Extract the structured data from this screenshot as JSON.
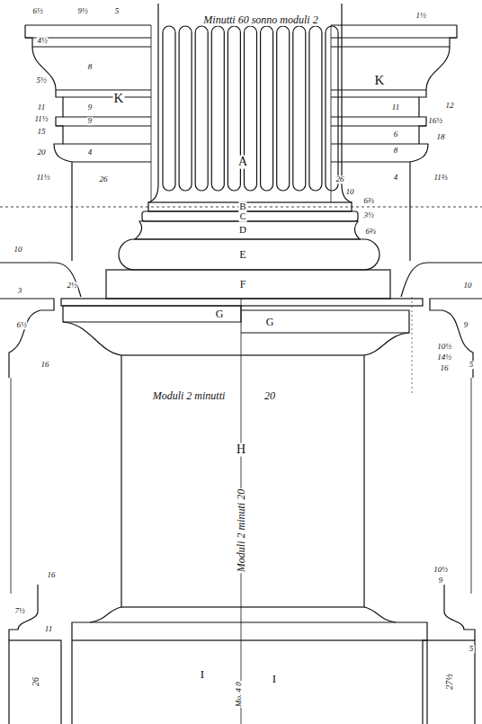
{
  "diagram": {
    "labels": [
      "Minutti 60 sonno moduli 2",
      "A",
      "B",
      "C",
      "D",
      "E",
      "F",
      "G",
      "G",
      "H",
      "I",
      "I",
      "K",
      "K",
      "Moduli 2 minutti",
      "20",
      "Moduli 2 minuti 20",
      "Mo. 4 0",
      "6½",
      "9½",
      "5",
      "4½",
      "8",
      "5½",
      "9",
      "11",
      "11½",
      "15",
      "9",
      "20",
      "11½",
      "4",
      "26",
      "1½",
      "11",
      "6",
      "8",
      "12",
      "16½",
      "18",
      "11⅔",
      "4",
      "26",
      "10",
      "6⅔",
      "3½",
      "6⅔",
      "10",
      "3",
      "6½",
      "2½",
      "16",
      "10",
      "9",
      "10½",
      "14½",
      "16",
      "5",
      "16",
      "7½",
      "11",
      "26",
      "10½",
      "9",
      "5",
      "27½"
    ]
  }
}
